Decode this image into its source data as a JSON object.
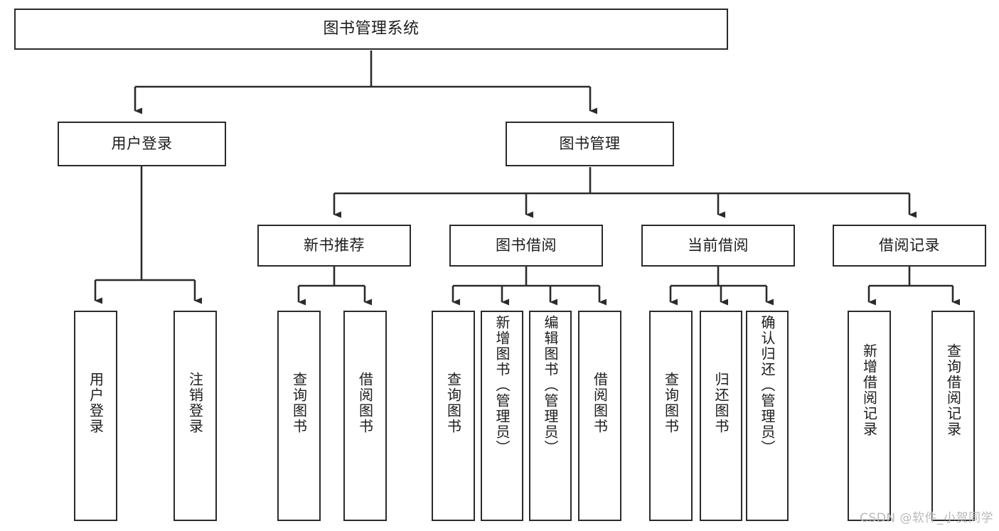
{
  "diagram": {
    "title": "图书管理系统",
    "type": "hierarchy-tree",
    "watermark": "CSDN @软件_小贺同学",
    "colors": {
      "border": "#2b2b2b",
      "background": "#ffffff",
      "text": "#1c1c1c",
      "watermark": "#b9b9b9"
    },
    "root": {
      "label": "图书管理系统"
    },
    "level2": [
      {
        "label": "用户登录"
      },
      {
        "label": "图书管理"
      }
    ],
    "level3": [
      {
        "label": "新书推荐"
      },
      {
        "label": "图书借阅"
      },
      {
        "label": "当前借阅"
      },
      {
        "label": "借阅记录"
      }
    ],
    "leaves": {
      "user_login": [
        {
          "label": "用户登录"
        },
        {
          "label": "注销登录"
        }
      ],
      "new_books": [
        {
          "label": "查询图书"
        },
        {
          "label": "借阅图书"
        }
      ],
      "book_borrow": [
        {
          "label": "查询图书"
        },
        {
          "label": "新增图书（管理员）"
        },
        {
          "label": "编辑图书（管理员）"
        },
        {
          "label": "借阅图书"
        }
      ],
      "current_borrow": [
        {
          "label": "查询图书"
        },
        {
          "label": "归还图书"
        },
        {
          "label": "确认归还（管理员）"
        }
      ],
      "borrow_records": [
        {
          "label": "新增借阅记录"
        },
        {
          "label": "查询借阅记录"
        }
      ]
    }
  }
}
